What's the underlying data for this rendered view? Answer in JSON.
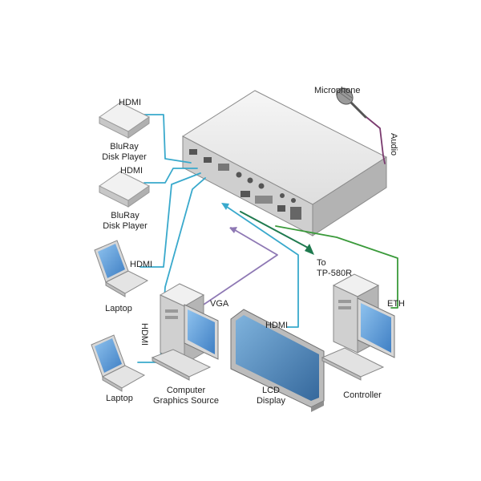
{
  "devices": {
    "bluray1": {
      "label_line1": "BluRay",
      "label_line2": "Disk Player"
    },
    "bluray2": {
      "label_line1": "BluRay",
      "label_line2": "Disk Player"
    },
    "laptop1": {
      "label": "Laptop"
    },
    "laptop2": {
      "label": "Laptop"
    },
    "computer": {
      "label_line1": "Computer",
      "label_line2": "Graphics Source"
    },
    "lcd": {
      "label_line1": "LCD",
      "label_line2": "Display"
    },
    "controller": {
      "label": "Controller"
    },
    "microphone": {
      "label": "Microphone"
    }
  },
  "cables": {
    "hdmi1": "HDMI",
    "hdmi2": "HDMI",
    "hdmi3": "HDMI",
    "hdmi4": "HDMI",
    "vga": "VGA",
    "hdmi_out": "HDMI",
    "eth": "ETH",
    "audio": "Audio",
    "tp_line1": "To",
    "tp_line2": "TP-580R"
  },
  "colors": {
    "hdmi": "#39a9cc",
    "vga": "#8e78b4",
    "eth": "#3a9a3a",
    "tp": "#1f7a4f",
    "audio": "#7a3a6e",
    "device_light": "#ececec",
    "device_mid": "#c9c9c9",
    "device_dark": "#9a9a9a",
    "screen": "#5a9ad8"
  }
}
